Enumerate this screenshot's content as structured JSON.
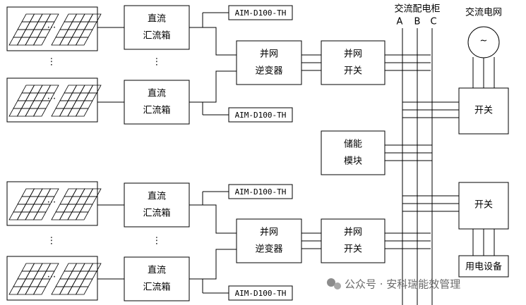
{
  "labels": {
    "combiner_box": [
      "直流",
      "汇流箱"
    ],
    "inverter": [
      "并网",
      "逆变器"
    ],
    "grid_switch": [
      "并网",
      "开关"
    ],
    "switch": "开关",
    "storage": [
      "储能",
      "模块"
    ],
    "load": "用电设备",
    "monitor": "AIM-D100-TH",
    "ac_cabinet": "交流配电柜",
    "ac_grid": "交流电网",
    "phase_a": "A",
    "phase_b": "B",
    "phase_c": "C",
    "ellipsis_h": "···",
    "ellipsis_v": "⋮",
    "sine": "~"
  },
  "watermark": {
    "text": "公众号 · 安科瑞能效管理",
    "icon": "wechat-icon"
  }
}
